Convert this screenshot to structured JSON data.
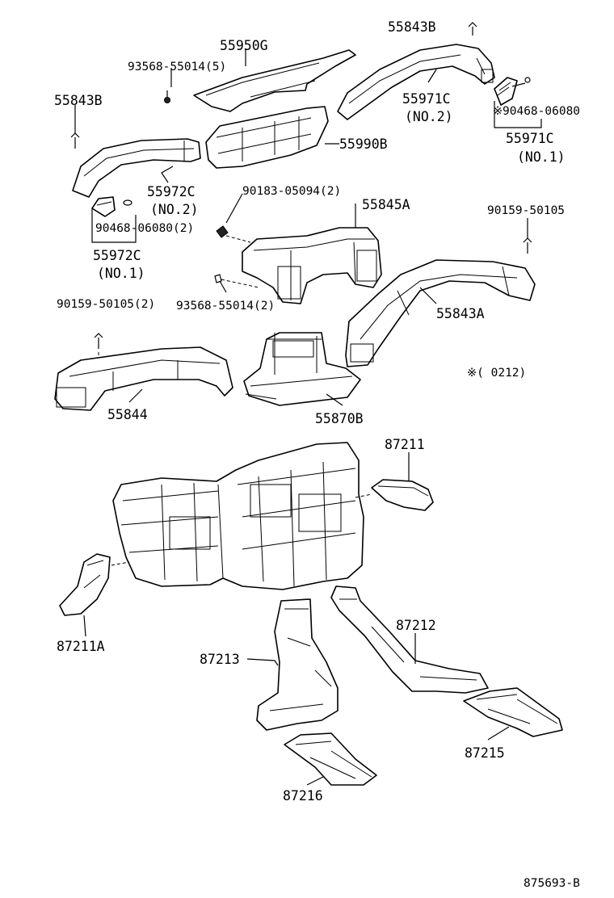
{
  "labels": {
    "p55843B_top": "55843B",
    "p55950G": "55950G",
    "p93568_top": "93568-55014(5)",
    "p55843B_left": "55843B",
    "p55971C_no2": "55971C",
    "p55971C_no2_sub": "(NO.2)",
    "p90468_right": "90468-06080",
    "p55971C_no1": "55971C",
    "p55971C_no1_sub": "(NO.1)",
    "p55990B": "55990B",
    "p55972C_no2": "55972C",
    "p55972C_no2_sub": "(NO.2)",
    "p90183": "90183-05094(2)",
    "p55845A": "55845A",
    "p90468_left": "90468-06080(2)",
    "p55972C_no1": "55972C",
    "p55972C_no1_sub": "(NO.1)",
    "p90159_right": "90159-50105",
    "p93568_mid": "93568-55014(2)",
    "p90159_left": "90159-50105(2)",
    "p55843A": "55843A",
    "note": "※(        0212)",
    "p55844": "55844",
    "p55870B": "55870B",
    "p87211": "87211",
    "p87211A": "87211A",
    "p87212": "87212",
    "p87213": "87213",
    "p87215": "87215",
    "p87216": "87216",
    "figure_id": "875693-B"
  }
}
